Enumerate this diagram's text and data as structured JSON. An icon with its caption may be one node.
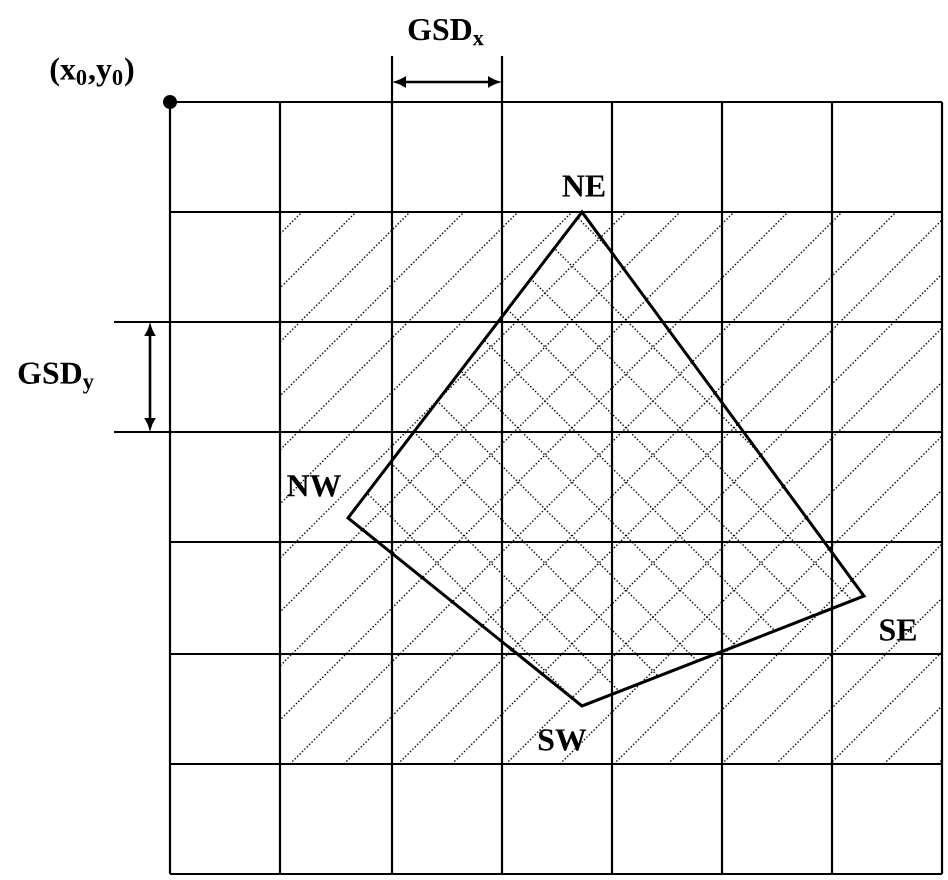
{
  "diagram": {
    "labels": [
      "(x$_{0}$,y$_{0}$)",
      "GSD$_{x}$",
      "GSD$_{y}$",
      "NE",
      "NW",
      "SE",
      "SW"
    ]
  }
}
